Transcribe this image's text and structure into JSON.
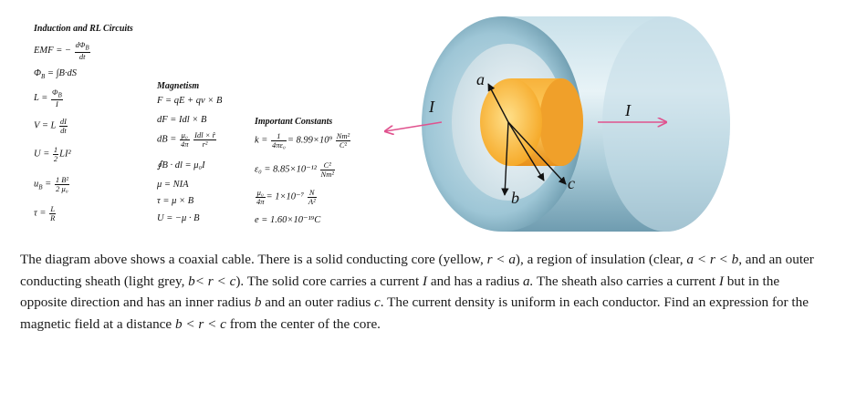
{
  "induction": {
    "heading": "Induction and RL Circuits",
    "emf_lhs": "EMF = −",
    "emf_num": "dΦ",
    "emf_num_sub": "B",
    "emf_den": "dt",
    "flux_lhs": "Φ",
    "flux_lhs_sub": "B",
    "flux_rhs": " = ∫B·dS",
    "l_lhs": "L =",
    "l_num": "Φ",
    "l_num_sub": "B",
    "l_den": "I",
    "v_lhs": "V = L",
    "v_num": "dI",
    "v_den": "dt",
    "u_lhs": "U =",
    "u_num": "1",
    "u_den": "2",
    "u_rhs": "LI²",
    "ub_lhs": "u",
    "ub_lhs_sub": "B",
    "ub_eq": " =",
    "ub_num": "1 B²",
    "ub_den": "2 μ₀",
    "tau_lhs": "τ =",
    "tau_num": "L",
    "tau_den": "R"
  },
  "magnetism": {
    "heading": "Magnetism",
    "force": "F = qE + qv × B",
    "df": "dF = Idl × B",
    "db_lhs": "dB =",
    "db_num1": "μ₀",
    "db_den1": "4π",
    "db_num2": "Idl × r̂",
    "db_den2": "r²",
    "ampere": "∮B · dl = μ₀I",
    "moment": "μ = NIA",
    "torque": "τ = μ × B",
    "energy": "U = −μ · B"
  },
  "constants": {
    "heading": "Important Constants",
    "k_lhs": "k =",
    "k_num": "1",
    "k_den": "4πε₀",
    "k_val": "= 8.99×10⁹",
    "k_unit_num": "Nm²",
    "k_unit_den": "C²",
    "e0_lhs": "ε₀ = 8.85×10⁻¹²",
    "e0_unit_num": "C²",
    "e0_unit_den": "Nm²",
    "mu_num": "μ₀",
    "mu_den": "4π",
    "mu_val": "= 1×10⁻⁷",
    "mu_unit_num": "N",
    "mu_unit_den": "A²",
    "e_val": "e = 1.60×10⁻¹⁹C"
  },
  "diagram": {
    "label_a": "a",
    "label_b": "b",
    "label_c": "c",
    "label_i_left": "I",
    "label_i_right": "I",
    "colors": {
      "core": "#f5a623",
      "core_inner": "#ffc94d",
      "sheath": "#9ec6d6",
      "sheath_dark": "#5f8fa3",
      "arrow": "#e0528e"
    }
  },
  "problem": {
    "p1": "The diagram above shows a coaxial cable.  There is a solid conducting core (yellow, ",
    "p1v": "r < a",
    "p2": "), a region of insulation (clear, ",
    "p2v": "a < r < b",
    "p3": ", and an outer conducting sheath (light grey, ",
    "p3v": "b< r < c",
    "p4": ").  The solid core carries a current ",
    "p4v": "I",
    "p5": " and has a radius ",
    "p5v": "a.",
    "p6": "  The sheath also carries a current ",
    "p6v": "I",
    "p7": " but in the opposite direction and has an inner radius ",
    "p7v": "b",
    "p8": " and an outer radius ",
    "p8v": "c",
    "p9": ". The current density is uniform in each conductor. Find an expression for the magnetic field at a distance ",
    "p9v": "b < r < c",
    "p10": " from the center of the core."
  }
}
